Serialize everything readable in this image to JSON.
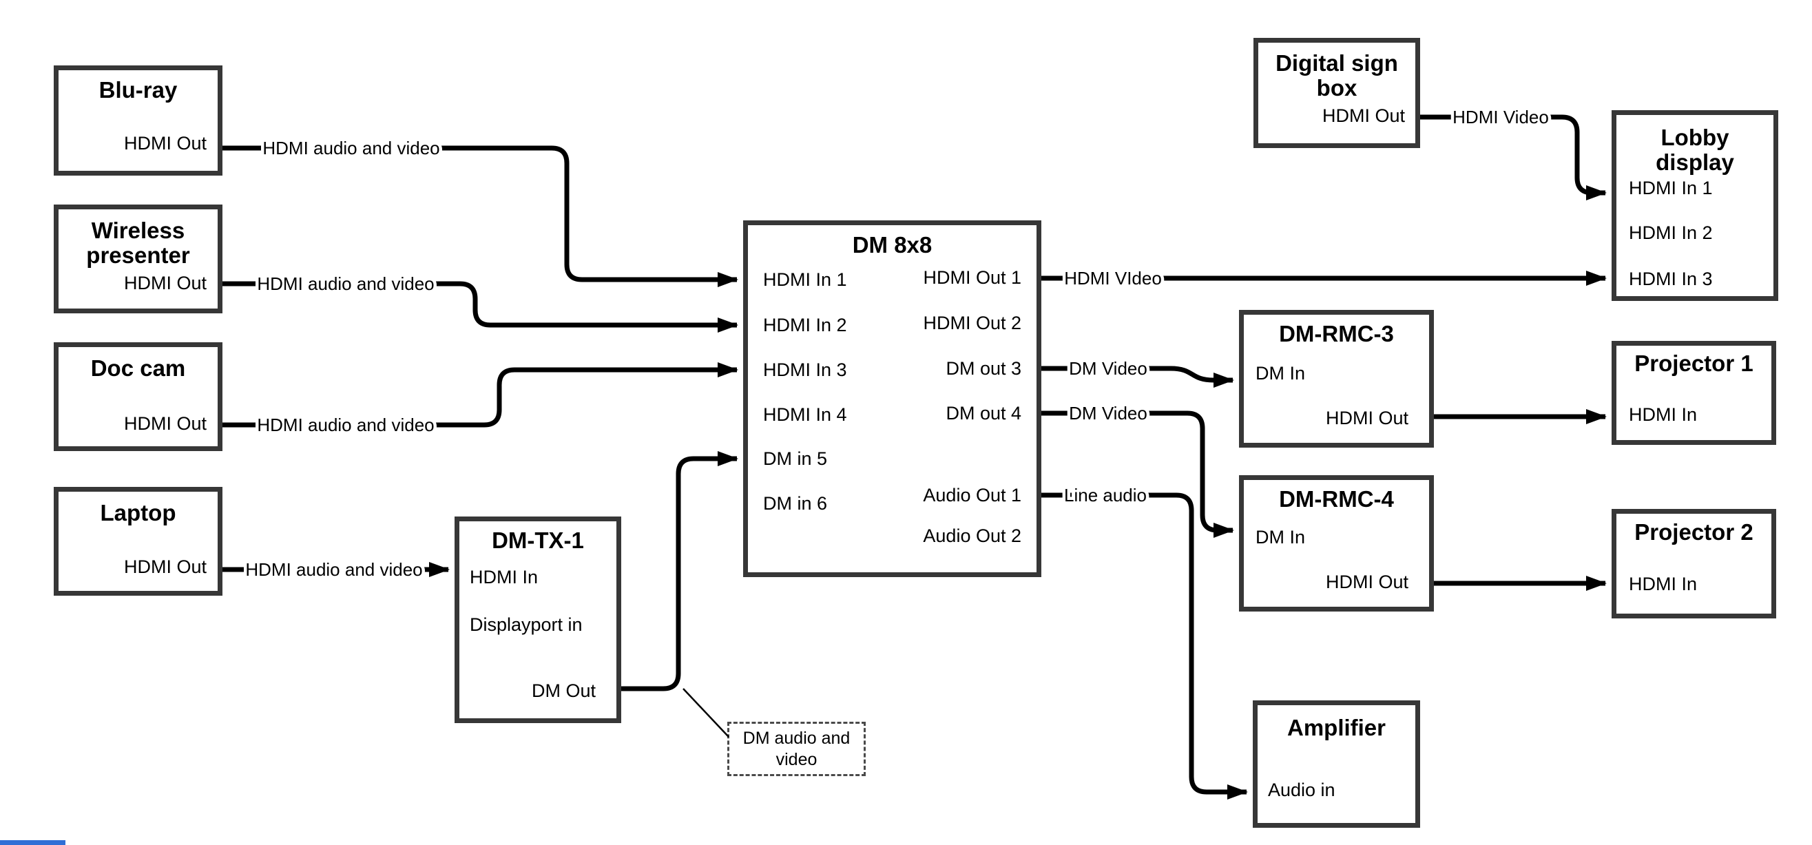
{
  "colors": {
    "background": "#ffffff",
    "box_border": "#373737",
    "line": "#000000",
    "text": "#000000",
    "edge_artifact_blue": "#2f6fd6"
  },
  "nodes": {
    "bluray": {
      "title": "Blu-ray",
      "port_out": "HDMI Out"
    },
    "wireless": {
      "title": "Wireless presenter",
      "port_out": "HDMI Out"
    },
    "doccam": {
      "title": "Doc cam",
      "port_out": "HDMI Out"
    },
    "laptop": {
      "title": "Laptop",
      "port_out": "HDMI Out"
    },
    "dmtx1": {
      "title": "DM-TX-1",
      "port_in1": "HDMI In",
      "port_in2": "Displayport in",
      "port_out": "DM Out"
    },
    "dm8x8": {
      "title": "DM 8x8",
      "inputs": [
        "HDMI In 1",
        "HDMI In 2",
        "HDMI In 3",
        "HDMI In 4",
        "DM in 5",
        "DM in 6"
      ],
      "outputs": [
        "HDMI Out 1",
        "HDMI Out 2",
        "DM out 3",
        "DM out 4",
        "Audio Out 1",
        "Audio Out 2"
      ]
    },
    "digitalsign": {
      "title": "Digital sign box",
      "port_out": "HDMI Out"
    },
    "lobby": {
      "title": "Lobby display",
      "inputs": [
        "HDMI In 1",
        "HDMI In 2",
        "HDMI In 3"
      ]
    },
    "dmrmc3": {
      "title": "DM-RMC-3",
      "port_in": "DM In",
      "port_out": "HDMI Out"
    },
    "proj1": {
      "title": "Projector 1",
      "port_in": "HDMI In"
    },
    "dmrmc4": {
      "title": "DM-RMC-4",
      "port_in": "DM In",
      "port_out": "HDMI Out"
    },
    "proj2": {
      "title": "Projector 2",
      "port_in": "HDMI In"
    },
    "amplifier": {
      "title": "Amplifier",
      "port_in": "Audio in"
    }
  },
  "edge_labels": {
    "bluray_to_dm8x8": "HDMI audio and video",
    "wireless_to_dm8x8": "HDMI audio and video",
    "doccam_to_dm8x8": "HDMI audio and video",
    "laptop_to_dmtx1": "HDMI audio and video",
    "hdmiout1_to_lobby": "HDMI VIdeo",
    "dmout3_to_dmrmc3": "DM Video",
    "dmout4_to_dmrmc4": "DM Video",
    "audioout1_to_amplifier": "Line audio",
    "digitalsign_to_lobby": "HDMI Video",
    "callout": "DM audio and video"
  }
}
